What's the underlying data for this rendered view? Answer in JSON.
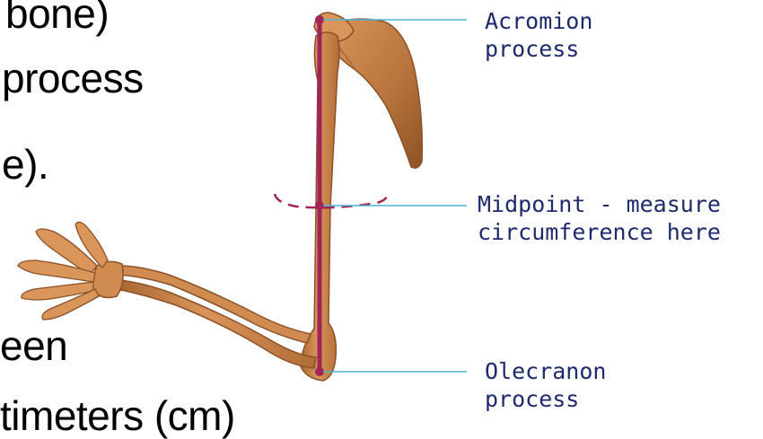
{
  "slide_text": {
    "line1": "bone)",
    "line2": "process",
    "line3": "e).",
    "line4": "een",
    "line5": "timeters (cm)"
  },
  "annotations": {
    "acromion": {
      "line1": "Acromion",
      "line2": "process"
    },
    "midpoint": {
      "line1": "Midpoint - measure",
      "line2": "circumference here"
    },
    "olecranon": {
      "line1": "Olecranon",
      "line2": "process"
    }
  },
  "colors": {
    "bone": "#c9834a",
    "bone_light": "#e3a96b",
    "bone_dark": "#8c5228",
    "measure_line": "#a0245a",
    "leader_line": "#4fb5d3",
    "label_text": "#1e2a6e"
  }
}
